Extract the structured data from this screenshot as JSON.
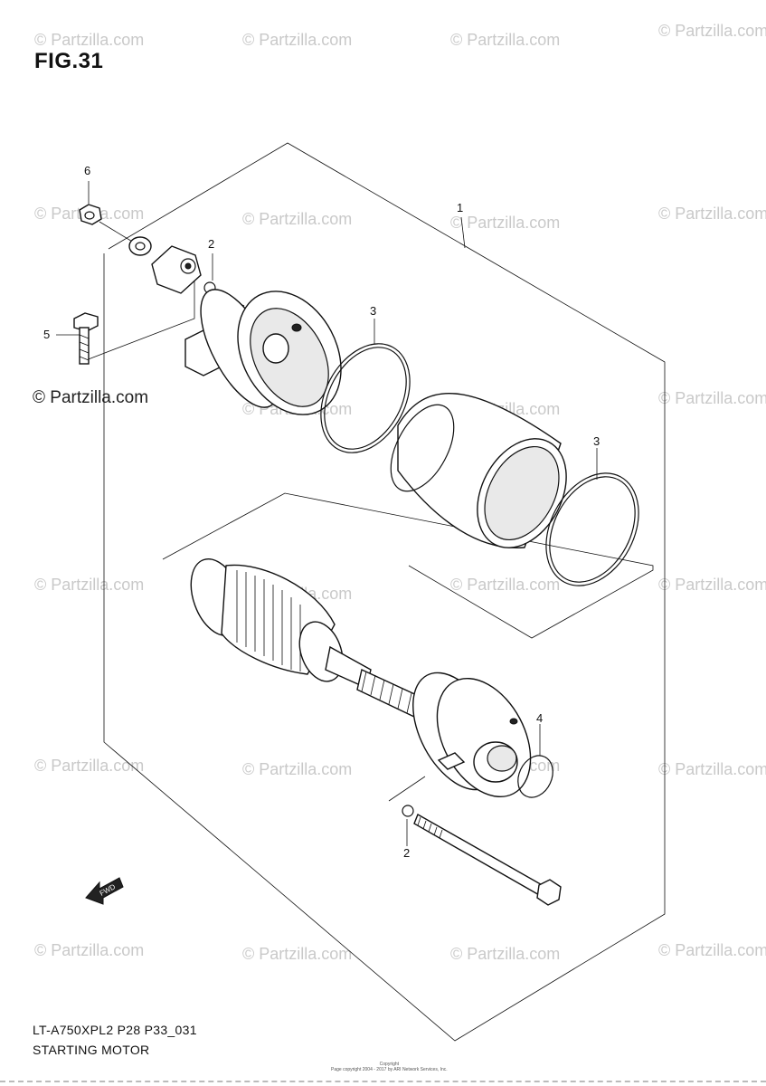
{
  "figure": {
    "title": "FIG.31",
    "model_code": "LT-A750XPL2 P28 P33_031",
    "group_name": "STARTING MOTOR",
    "copyright_line1": "Copyright",
    "copyright_line2": "Page copyright 2004 - 2017 by ARI Network Services, Inc."
  },
  "watermark": {
    "text": "© Partzilla.com",
    "strong_text": "© Partzilla.com",
    "color": "#c9c9c9"
  },
  "callouts": [
    {
      "id": "c1",
      "label": "1",
      "part": "starting-motor-assembly"
    },
    {
      "id": "c2a",
      "label": "2",
      "part": "o-ring-terminal"
    },
    {
      "id": "c3a",
      "label": "3",
      "part": "o-ring-front"
    },
    {
      "id": "c3b",
      "label": "3",
      "part": "o-ring-rear"
    },
    {
      "id": "c4",
      "label": "4",
      "part": "o-ring-bracket"
    },
    {
      "id": "c2b",
      "label": "2",
      "part": "o-ring-bolt"
    },
    {
      "id": "c5",
      "label": "5",
      "part": "mounting-bolt"
    },
    {
      "id": "c6",
      "label": "6",
      "part": "terminal-nut"
    }
  ],
  "fwd_label": "FWD"
}
